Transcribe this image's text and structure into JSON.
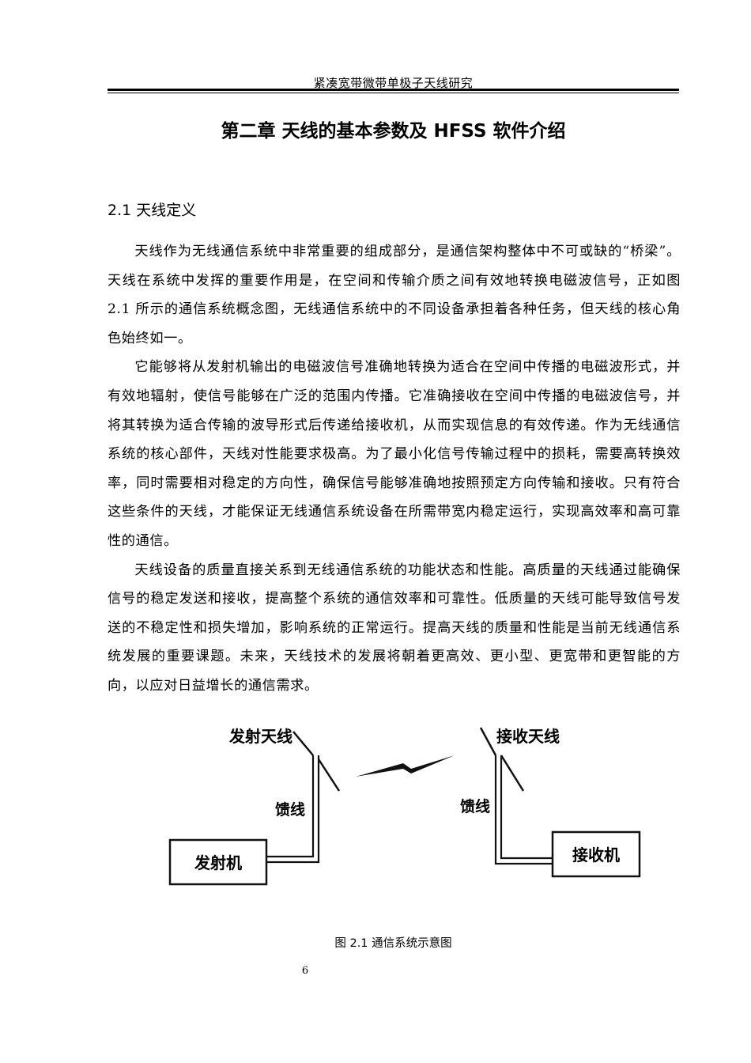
{
  "header": {
    "running_title": "紧凑宽带微带单极子天线研究"
  },
  "chapter": {
    "title": "第二章  天线的基本参数及 HFSS 软件介绍"
  },
  "section": {
    "title": "2.1 天线定义"
  },
  "paragraphs": [
    "天线作为无线通信系统中非常重要的组成部分，是通信架构整体中不可或缺的“桥梁”。天线在系统中发挥的重要作用是，在空间和传输介质之间有效地转换电磁波信号，正如图 2.1 所示的通信系统概念图，无线通信系统中的不同设备承担着各种任务，但天线的核心角色始终如一。",
    "它能够将从发射机输出的电磁波信号准确地转换为适合在空间中传播的电磁波形式，并有效地辐射，使信号能够在广泛的范围内传播。它准确接收在空间中传播的电磁波信号，并将其转换为适合传输的波导形式后传递给接收机，从而实现信息的有效传递。作为无线通信系统的核心部件，天线对性能要求极高。为了最小化信号传输过程中的损耗，需要高转换效率，同时需要相对稳定的方向性，确保信号能够准确地按照预定方向传输和接收。只有符合这些条件的天线，才能保证无线通信系统设备在所需带宽内稳定运行，实现高效率和高可靠性的通信。",
    "天线设备的质量直接关系到无线通信系统的功能状态和性能。高质量的天线通过能确保信号的稳定发送和接收，提高整个系统的通信效率和可靠性。低质量的天线可能导致信号发送的不稳定性和损失增加，影响系统的正常运行。提高天线的质量和性能是当前无线通信系统发展的重要课题。未来，天线技术的发展将朝着更高效、更小型、更宽带和更智能的方向，以应对日益增长的通信需求。"
  ],
  "figure": {
    "tx_antenna_label": "发射天线",
    "rx_antenna_label": "接收天线",
    "tx_feed_label": "馈线",
    "rx_feed_label": "馈线",
    "transmitter_label": "发射机",
    "receiver_label": "接收机",
    "caption": "图 2.1 通信系统示意图"
  },
  "page_number": "6"
}
